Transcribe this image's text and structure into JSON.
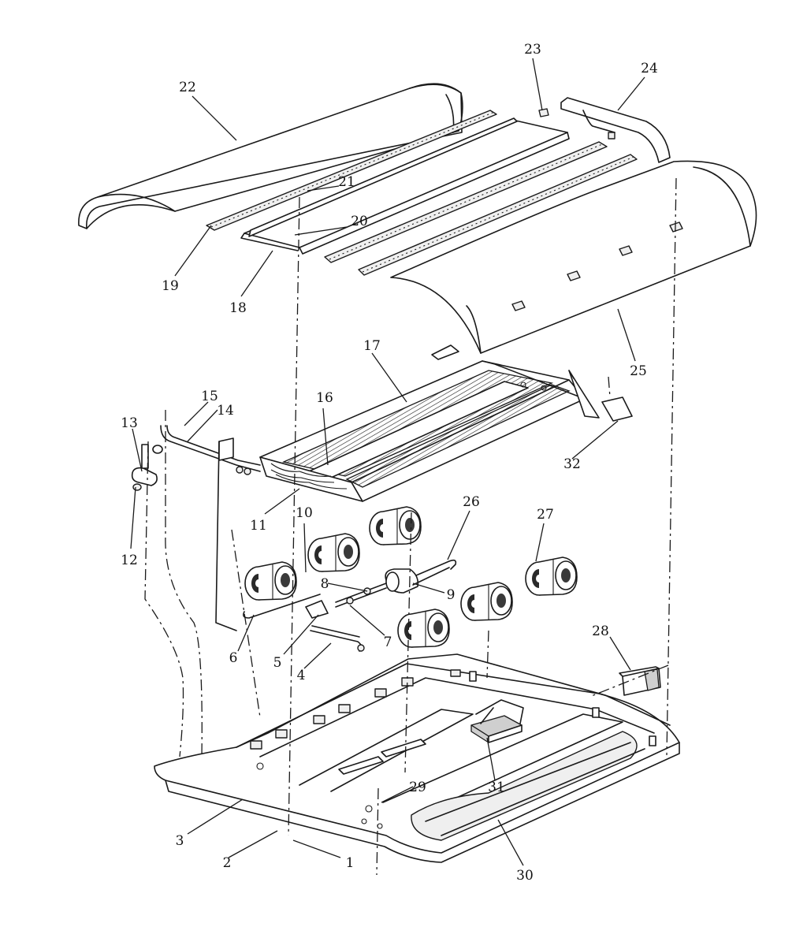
{
  "part_labels": [
    {
      "id": "p1",
      "text": "1"
    },
    {
      "id": "p2",
      "text": "2"
    },
    {
      "id": "p3",
      "text": "3"
    },
    {
      "id": "p4",
      "text": "4"
    },
    {
      "id": "p5",
      "text": "5"
    },
    {
      "id": "p6",
      "text": "6"
    },
    {
      "id": "p7",
      "text": "7"
    },
    {
      "id": "p8",
      "text": "8"
    },
    {
      "id": "p9",
      "text": "9"
    },
    {
      "id": "p10",
      "text": "10"
    },
    {
      "id": "p11",
      "text": "11"
    },
    {
      "id": "p12",
      "text": "12"
    },
    {
      "id": "p13",
      "text": "13"
    },
    {
      "id": "p14",
      "text": "14"
    },
    {
      "id": "p15",
      "text": "15"
    },
    {
      "id": "p16",
      "text": "16"
    },
    {
      "id": "p17",
      "text": "17"
    },
    {
      "id": "p18",
      "text": "18"
    },
    {
      "id": "p19",
      "text": "19"
    },
    {
      "id": "p20",
      "text": "20"
    },
    {
      "id": "p21",
      "text": "21"
    },
    {
      "id": "p22",
      "text": "22"
    },
    {
      "id": "p23",
      "text": "23"
    },
    {
      "id": "p24",
      "text": "24"
    },
    {
      "id": "p25",
      "text": "25"
    },
    {
      "id": "p26",
      "text": "26"
    },
    {
      "id": "p27",
      "text": "27"
    },
    {
      "id": "p28",
      "text": "28"
    },
    {
      "id": "p29",
      "text": "29"
    },
    {
      "id": "p30",
      "text": "30"
    },
    {
      "id": "p31",
      "text": "31"
    },
    {
      "id": "p32",
      "text": "32"
    }
  ]
}
